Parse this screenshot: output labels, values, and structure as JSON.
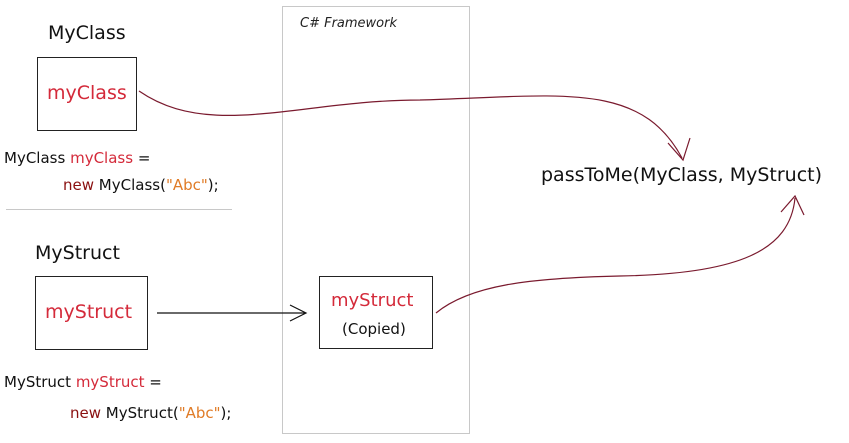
{
  "framework_label": "C# Framework",
  "myclass": {
    "title": "MyClass",
    "box_label": "myClass",
    "code_line1": {
      "type": "MyClass",
      "var": "myClass",
      "eq": "="
    },
    "code_line2": {
      "kw": "new",
      "ctor": "MyClass(",
      "arg": "\"Abc\"",
      "end": ");"
    }
  },
  "mystruct": {
    "title": "MyStruct",
    "box_label": "myStruct",
    "copied_label": "myStruct",
    "copied_note": "(Copied)",
    "code_line1": {
      "type": "MyStruct",
      "var": "myStruct",
      "eq": "="
    },
    "code_line2": {
      "kw": "new",
      "ctor": "MyStruct(",
      "arg": "\"Abc\"",
      "end": ");"
    }
  },
  "method_signature": "passToMe(MyClass, MyStruct)",
  "colors": {
    "variable": "#d42a3a",
    "keyword": "#8a1010",
    "string": "#e07b26",
    "reference_arrow": "#7a1a2e",
    "copy_arrow": "#111111"
  }
}
